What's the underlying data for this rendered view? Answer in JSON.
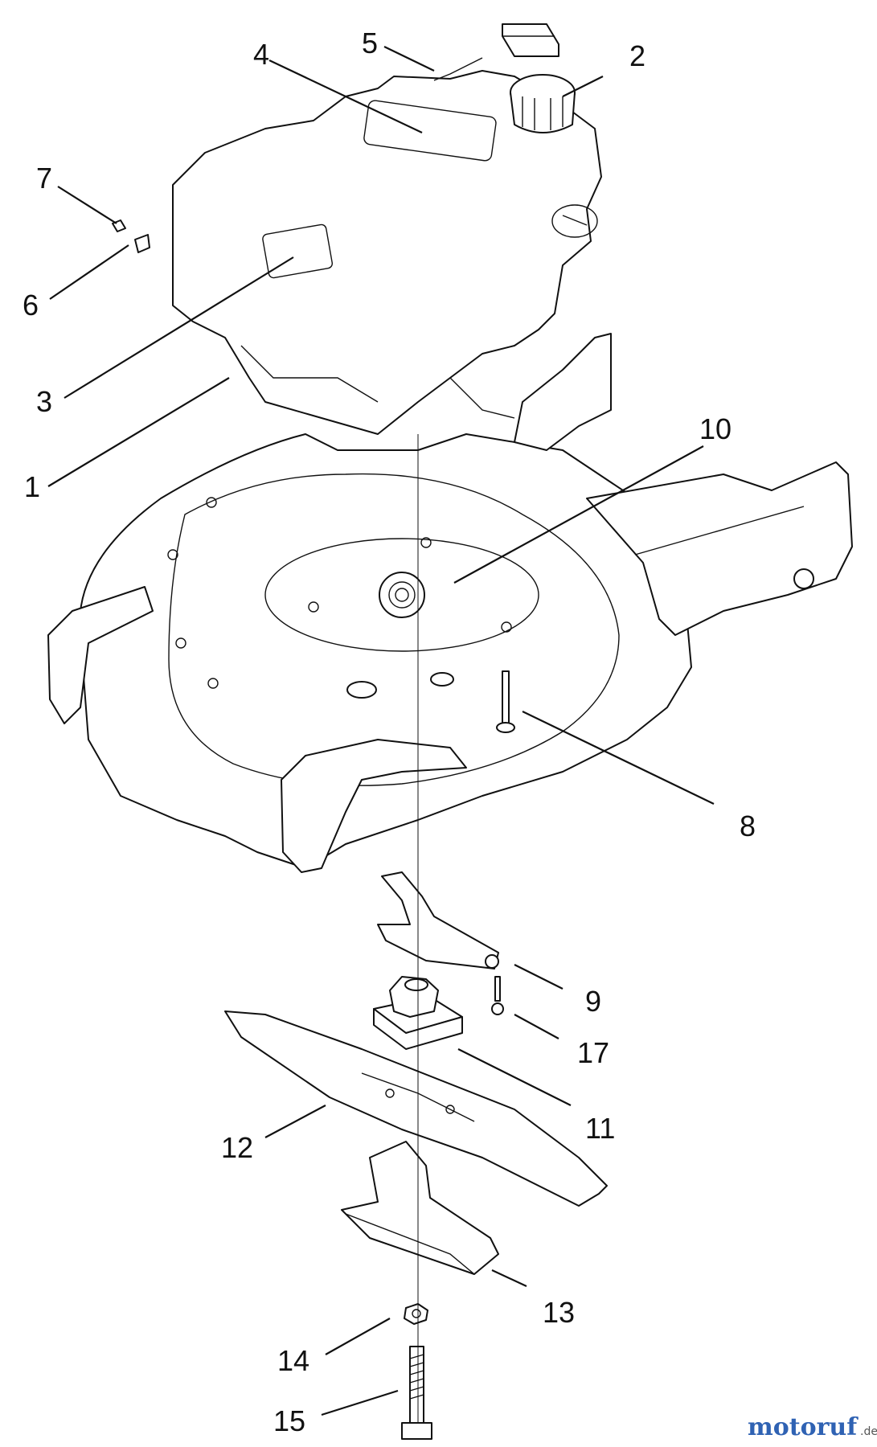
{
  "callouts": [
    {
      "id": "1",
      "label": "1"
    },
    {
      "id": "2",
      "label": "2"
    },
    {
      "id": "3",
      "label": "3"
    },
    {
      "id": "4",
      "label": "4"
    },
    {
      "id": "5",
      "label": "5"
    },
    {
      "id": "6",
      "label": "6"
    },
    {
      "id": "7",
      "label": "7"
    },
    {
      "id": "8",
      "label": "8"
    },
    {
      "id": "9",
      "label": "9"
    },
    {
      "id": "10",
      "label": "10"
    },
    {
      "id": "11",
      "label": "11"
    },
    {
      "id": "12",
      "label": "12"
    },
    {
      "id": "13",
      "label": "13"
    },
    {
      "id": "14",
      "label": "14"
    },
    {
      "id": "15",
      "label": "15"
    },
    {
      "id": "17",
      "label": "17"
    }
  ],
  "watermark": {
    "text": "motoruf",
    "suffix": ".de",
    "colors": [
      "#2f62b3",
      "#d9342b",
      "#e8a317",
      "#3aa64a"
    ]
  }
}
